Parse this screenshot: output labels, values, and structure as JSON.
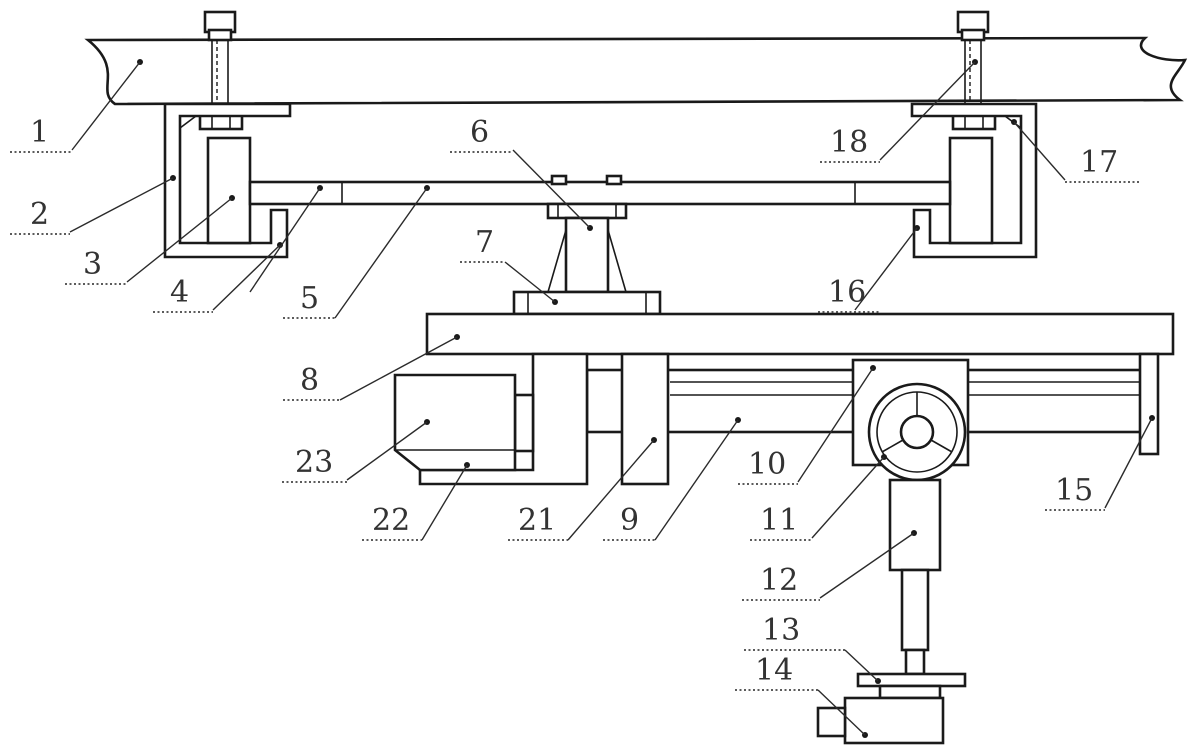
{
  "labels": [
    {
      "id": "1",
      "text": "1"
    },
    {
      "id": "2",
      "text": "2"
    },
    {
      "id": "3",
      "text": "3"
    },
    {
      "id": "4",
      "text": "4"
    },
    {
      "id": "5",
      "text": "5"
    },
    {
      "id": "6",
      "text": "6"
    },
    {
      "id": "7",
      "text": "7"
    },
    {
      "id": "8",
      "text": "8"
    },
    {
      "id": "9",
      "text": "9"
    },
    {
      "id": "10",
      "text": "10"
    },
    {
      "id": "11",
      "text": "11"
    },
    {
      "id": "12",
      "text": "12"
    },
    {
      "id": "13",
      "text": "13"
    },
    {
      "id": "14",
      "text": "14"
    },
    {
      "id": "15",
      "text": "15"
    },
    {
      "id": "16",
      "text": "16"
    },
    {
      "id": "17",
      "text": "17"
    },
    {
      "id": "18",
      "text": "18"
    },
    {
      "id": "21",
      "text": "21"
    },
    {
      "id": "22",
      "text": "22"
    },
    {
      "id": "23",
      "text": "23"
    }
  ]
}
